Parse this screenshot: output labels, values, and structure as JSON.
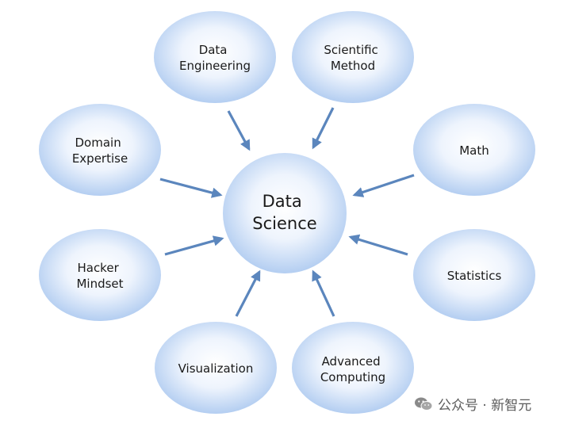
{
  "center": {
    "lines": [
      "Data",
      "Science"
    ]
  },
  "nodes": {
    "data_engineering": {
      "lines": [
        "Data",
        "Engineering"
      ]
    },
    "scientific_method": {
      "lines": [
        "Scientific",
        "Method"
      ]
    },
    "domain_expertise": {
      "lines": [
        "Domain",
        "Expertise"
      ]
    },
    "math": {
      "lines": [
        "Math"
      ]
    },
    "hacker_mindset": {
      "lines": [
        "Hacker",
        "Mindset"
      ]
    },
    "statistics": {
      "lines": [
        "Statistics"
      ]
    },
    "visualization": {
      "lines": [
        "Visualization"
      ]
    },
    "advanced_computing": {
      "lines": [
        "Advanced",
        "Computing"
      ]
    }
  },
  "watermark": {
    "text": "公众号 · 新智元",
    "icon": "wechat-icon"
  },
  "colors": {
    "bubble_center": "#ffffff",
    "bubble_edge": "#a9c7ef",
    "arrow": "#5b86bd",
    "text": "#1a1a1a"
  }
}
